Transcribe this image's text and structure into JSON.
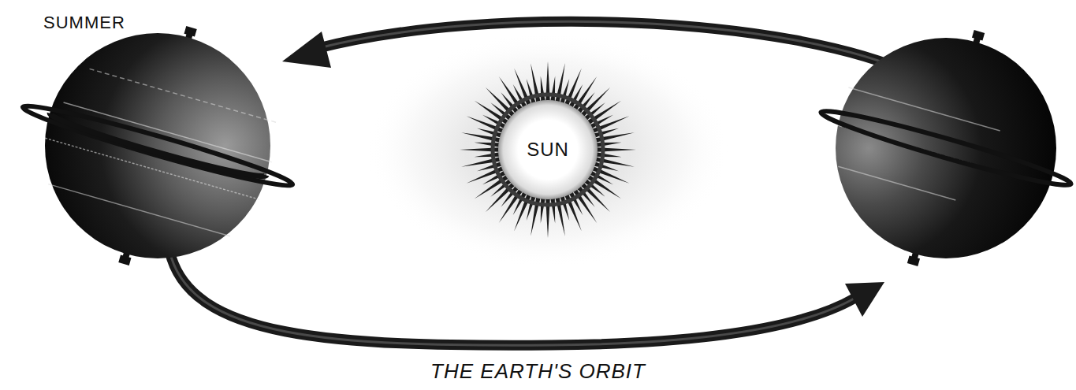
{
  "diagram": {
    "caption": "THE EARTH'S ORBIT",
    "nodes": [
      {
        "text": [
          "SUN"
        ]
      }
    ],
    "labels": [
      "SUMMER"
    ]
  }
}
